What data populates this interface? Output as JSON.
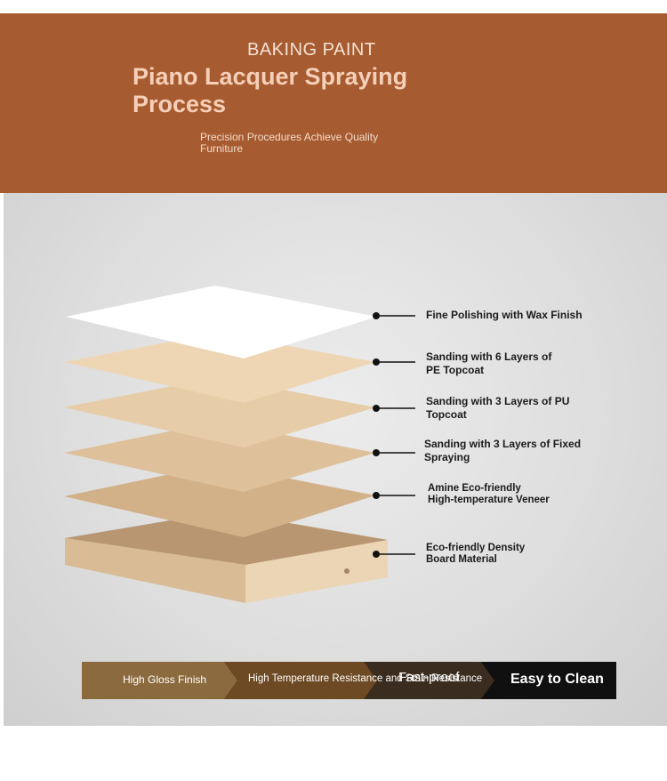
{
  "header": {
    "kicker": "BAKING PAINT",
    "title": "Piano Lacquer Spraying Process",
    "subtitle": "Precision Procedures Achieve Quality Furniture"
  },
  "layers": [
    {
      "label_line1": "Fine Polishing with Wax Finish",
      "label_line2": "",
      "color": "#ffffff"
    },
    {
      "label_line1": "Sanding with 6 Layers of",
      "label_line2": "PE Topcoat",
      "color": "#efd6b5"
    },
    {
      "label_line1": "Sanding with 3 Layers of PU",
      "label_line2": "Topcoat",
      "color": "#e8cfa9"
    },
    {
      "label_line1": "Sanding with 3 Layers of Fixed",
      "label_line2": "Spraying",
      "color": "#dfc39b"
    },
    {
      "label_line1": "Amine Eco-friendly",
      "label_line2": "High-temperature Veneer",
      "color": "#d5b48b"
    },
    {
      "label_line1": "Eco-friendly Density",
      "label_line2": "Board Material",
      "color": "#c9a37e"
    }
  ],
  "features": {
    "item1": "High Gloss Finish",
    "item2": "High Temperature Resistance and Stain Resistance",
    "item3": "Fast-proof",
    "item4": "Easy to Clean"
  },
  "colors": {
    "banner": "#a75b30",
    "title": "#f6cfb8"
  }
}
